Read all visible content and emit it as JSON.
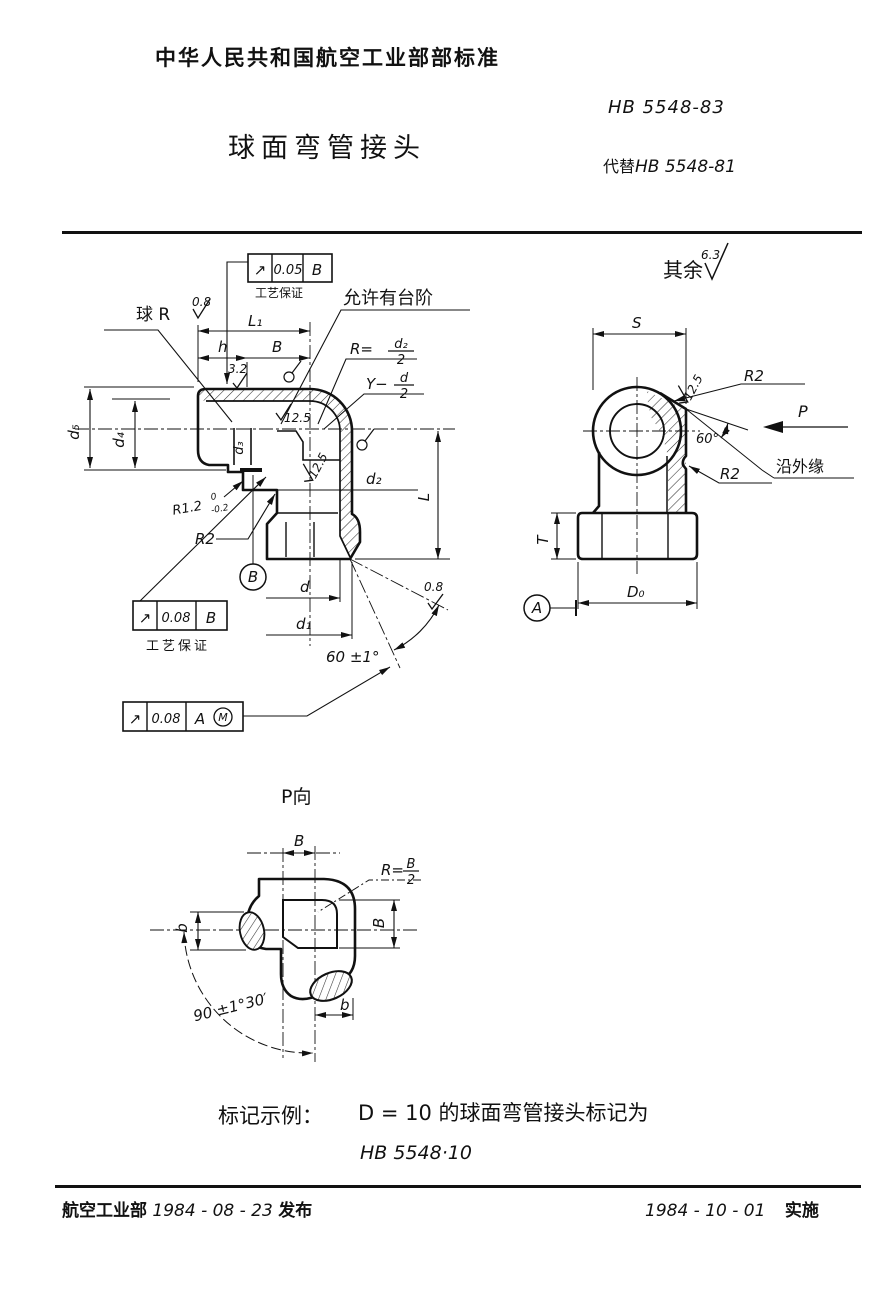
{
  "header": {
    "org_standard": "中华人民共和国航空工业部部标准",
    "standard_no": "HB 5548-83",
    "title": "球面弯管接头",
    "supersedes_label": "代替",
    "supersedes_no": "HB 5548-81"
  },
  "drawing": {
    "general_roughness": {
      "label": "其余",
      "value": "6.3"
    },
    "frames": [
      {
        "symbol": "↗",
        "tolerance": "0.05",
        "datum": "B",
        "note": "工艺保证"
      },
      {
        "symbol": "↗",
        "tolerance": "0.08",
        "datum": "B",
        "note": "工艺保证"
      },
      {
        "symbol": "↗",
        "tolerance": "0.08",
        "datum": "A",
        "modifier": "M"
      }
    ],
    "main_view": {
      "ball_label": "球 R",
      "ball_finish": "0.8",
      "step_note": "允许有台阶",
      "dim_L1": "L₁",
      "dim_h": "h",
      "dim_B": "B",
      "finish_3_2": "3.2",
      "finish_12_5": "12.5",
      "r_formula": {
        "prefix": "R=",
        "num": "d₂",
        "den": "2"
      },
      "y_formula": {
        "prefix": "Y−",
        "num": "d",
        "den": "2"
      },
      "dim_d5": "d₅",
      "dim_d4": "d₄",
      "dim_d3": "d₃",
      "r1_2": {
        "base": "R1.2",
        "sup": "0",
        "sub": "-0.2"
      },
      "r2": "R2",
      "datum_B": "B",
      "dim_d2": "d₂",
      "dim_L": "L",
      "dim_d": "d",
      "dim_d1": "d₁",
      "finish_0_8": "0.8",
      "angle": "60 ±1°"
    },
    "side_view": {
      "dim_S": "S",
      "finish_12_5": "12.5",
      "r2_upper": "R2",
      "view_label": "P",
      "angle": "60°",
      "edge_note": "沿外缘",
      "r2_lower": "R2",
      "dim_T": "T",
      "dim_D0": "D₀",
      "datum_A": "A"
    },
    "p_view": {
      "title": "P向",
      "dim_B_top": "B",
      "r_formula": {
        "prefix": "R=",
        "num": "B",
        "den": "2"
      },
      "dim_b_left": "b",
      "dim_B_right": "B",
      "dim_b_bottom": "b",
      "angle": "90 ±1°30′"
    }
  },
  "marking": {
    "label": "标记示例：",
    "text": "D = 10 的球面弯管接头标记为",
    "designation": "HB 5548·10"
  },
  "footer": {
    "left_org": "航空工业部",
    "left_date": "1984 - 08 - 23",
    "left_action": "发布",
    "right_date": "1984 - 10 - 01",
    "right_action": "实施"
  }
}
